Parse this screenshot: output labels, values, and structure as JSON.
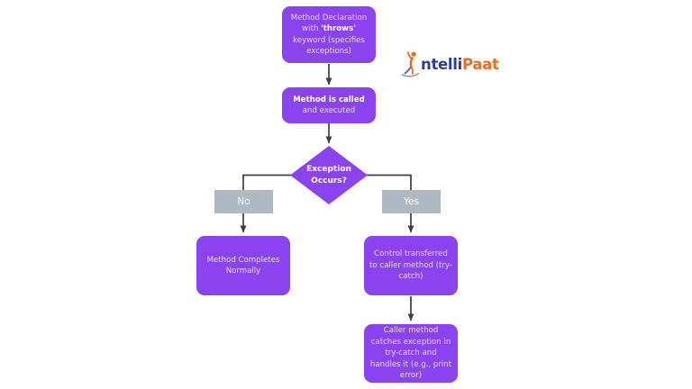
{
  "colors": {
    "node_purple": "#8B43F0",
    "label_gray": "#AEB9C2",
    "connector": "#3F3F3F",
    "logo_navy": "#2D3E99",
    "logo_orange": "#F26B1D"
  },
  "logo": {
    "text_primary": "ntelli",
    "text_secondary": "Paat"
  },
  "flowchart": {
    "declaration": {
      "pre": "Method Declaration with ",
      "bold": "'throws'",
      "post": " keyword (specifies exceptions)"
    },
    "call": {
      "bold": "Method is called",
      "post": " and executed"
    },
    "decision": {
      "label": "Exception Occurs?"
    },
    "branch_no": {
      "label": "No"
    },
    "branch_yes": {
      "label": "Yes"
    },
    "completes": {
      "label": "Method Completes Normally"
    },
    "control": {
      "label": "Control transferred to caller method (try-catch)"
    },
    "catches": {
      "label": "Caller method catches exception in try-catch and handles it (e.g., print error)"
    }
  }
}
